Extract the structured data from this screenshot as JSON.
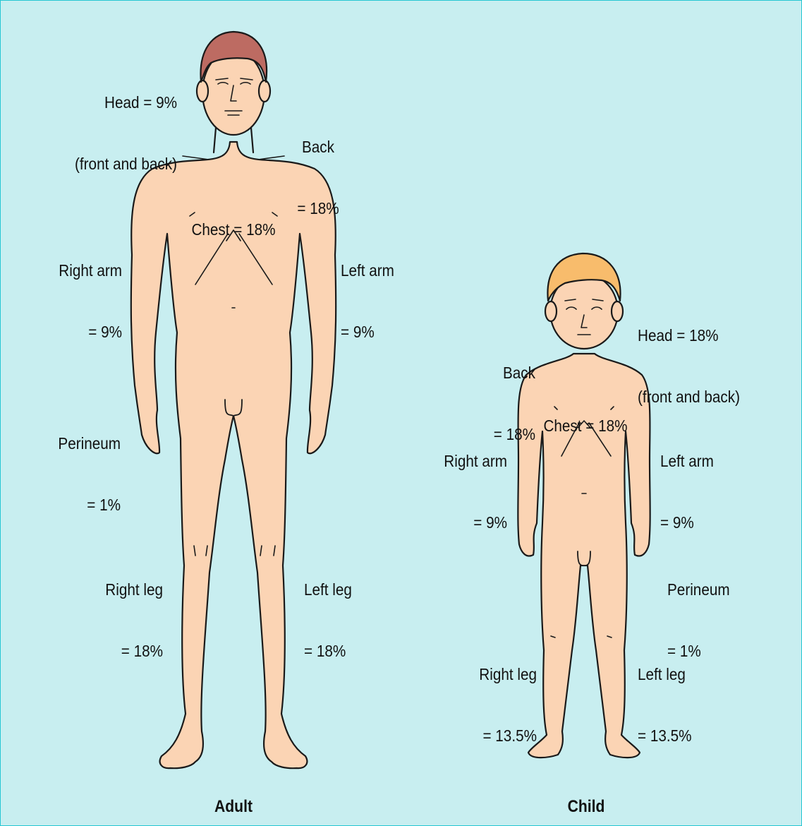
{
  "colors": {
    "background": "#c8eef0",
    "border": "#27c7d3",
    "skin": "#fbd4b4",
    "adult_hair": "#bd6b62",
    "child_hair": "#f8bc6c",
    "outline": "#1a1a1a"
  },
  "adult": {
    "caption": "Adult",
    "head": [
      "Head = 9%",
      "(front and back)"
    ],
    "back": [
      "Back",
      "= 18%"
    ],
    "chest": "Chest = 18%",
    "right_arm": [
      "Right arm",
      "= 9%"
    ],
    "left_arm": [
      "Left arm",
      "= 9%"
    ],
    "perineum": [
      "Perineum",
      "= 1%"
    ],
    "right_leg": [
      "Right leg",
      "= 18%"
    ],
    "left_leg": [
      "Left leg",
      "= 18%"
    ]
  },
  "child": {
    "caption": "Child",
    "head": [
      "Head = 18%",
      "(front and back)"
    ],
    "back": [
      "Back",
      "= 18%"
    ],
    "chest": "Chest = 18%",
    "right_arm": [
      "Right arm",
      "= 9%"
    ],
    "left_arm": [
      "Left arm",
      "= 9%"
    ],
    "perineum": [
      "Perineum",
      "= 1%"
    ],
    "right_leg": [
      "Right leg",
      "= 13.5%"
    ],
    "left_leg": [
      "Left leg",
      "= 13.5%"
    ]
  }
}
